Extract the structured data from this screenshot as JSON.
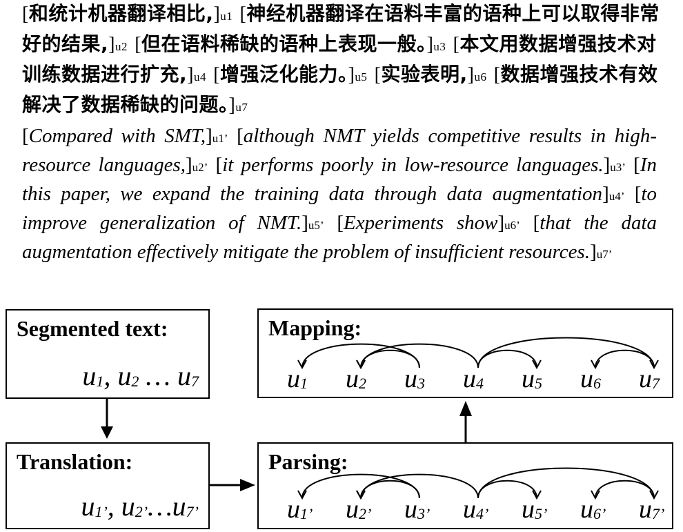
{
  "zh_segments": [
    {
      "text": "和统计机器翻译相比,",
      "mark": "u1"
    },
    {
      "text": "神经机器翻译在语料丰富的语种上可以取得非常好的结果,",
      "mark": "u2"
    },
    {
      "text": "但在语料稀缺的语种上表现一般。",
      "mark": "u3"
    },
    {
      "text": "本文用数据增强技术对训练数据进行扩充,",
      "mark": "u4"
    },
    {
      "text": "增强泛化能力。",
      "mark": "u5"
    },
    {
      "text": "实验表明,",
      "mark": "u6"
    },
    {
      "text": "数据增强技术有效解决了数据稀缺的问题。",
      "mark": "u7"
    }
  ],
  "en_segments": [
    {
      "text": "Compared with SMT,",
      "mark": "u1’"
    },
    {
      "text": "although NMT yields competitive results in high-resource languages,",
      "mark": "u2’"
    },
    {
      "text": "it performs poorly in low-resource languages.",
      "mark": "u3’"
    },
    {
      "text": "In this paper, we expand the training data through data augmentation",
      "mark": "u4’"
    },
    {
      "text": "to improve generalization of NMT.",
      "mark": "u5’"
    },
    {
      "text": "Experiments show",
      "mark": "u6’"
    },
    {
      "text": "that the data augmentation effectively mitigate the problem of insufficient resources.",
      "mark": "u7’"
    }
  ],
  "boxes": {
    "segmented": {
      "title": "Segmented text:",
      "units": [
        {
          "u": "u",
          "sub": "1"
        },
        {
          "sep": ", "
        },
        {
          "u": "u",
          "sub": "2"
        },
        {
          "sep": " … "
        },
        {
          "u": "u",
          "sub": "7"
        }
      ]
    },
    "translation": {
      "title": "Translation:",
      "units": [
        {
          "u": "u",
          "sub": "1’"
        },
        {
          "sep": ", "
        },
        {
          "u": "u",
          "sub": "2’"
        },
        {
          "sep": "…"
        },
        {
          "u": "u",
          "sub": "7’"
        }
      ]
    },
    "mapping": {
      "title": "Mapping:"
    },
    "parsing": {
      "title": "Parsing:"
    }
  },
  "mapping_units": [
    "1",
    "2",
    "3",
    "4",
    "5",
    "6",
    "7"
  ],
  "parsing_units": [
    "1’",
    "2’",
    "3’",
    "4’",
    "5’",
    "6’",
    "7’"
  ],
  "relations": [
    {
      "from": 3,
      "to": 1
    },
    {
      "from": 3,
      "to": 2
    },
    {
      "from": 4,
      "to": 2
    },
    {
      "from": 4,
      "to": 5
    },
    {
      "from": 4,
      "to": 7
    },
    {
      "from": 7,
      "to": 6
    }
  ]
}
